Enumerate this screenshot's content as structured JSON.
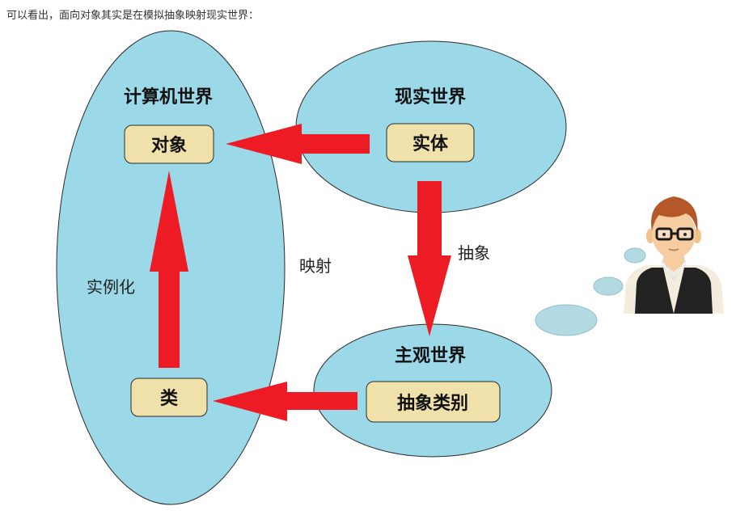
{
  "intro": "可以看出，面向对象其实是在模拟抽象映射现实世界：",
  "diagram": {
    "computer_world": {
      "title": "计算机世界",
      "object_box": "对象",
      "class_box": "类"
    },
    "real_world": {
      "title": "现实世界",
      "entity_box": "实体"
    },
    "subjective_world": {
      "title": "主观世界",
      "category_box": "抽象类别"
    },
    "labels": {
      "abstract": "抽象",
      "mapping": "映射",
      "instantiate": "实例化"
    },
    "colors": {
      "ellipse_fill": "#9bd8e8",
      "box_fill": "#f0e1aa",
      "arrow": "#ed1c24",
      "bubble": "#b3dae2"
    }
  }
}
